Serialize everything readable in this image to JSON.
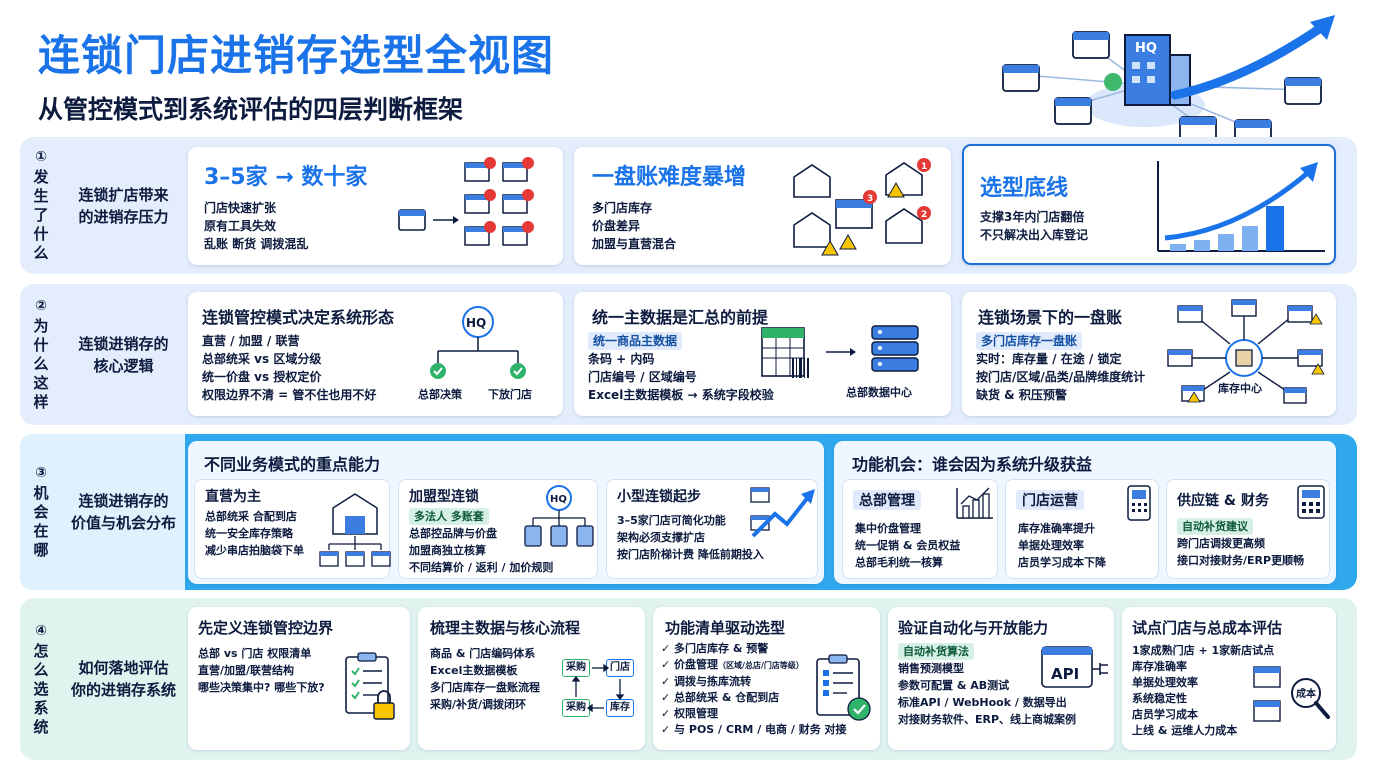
{
  "header": {
    "title": "连锁门店进销存选型全视图",
    "subtitle": "从管控模式到系统评估的四层判断框架",
    "hq_label": "HQ"
  },
  "rows": [
    {
      "num": "①",
      "vchars": [
        "发",
        "生",
        "了",
        "什",
        "么"
      ],
      "label_lines": [
        "连锁扩店带来",
        "的进销存压力"
      ],
      "cards": [
        {
          "title": "3–5家 → 数十家",
          "lines": [
            "门店快速扩张",
            "原有工具失效",
            "乱账 断货 调拨混乱"
          ]
        },
        {
          "title": "一盘账难度暴增",
          "lines": [
            "多门店库存",
            "价盘差异",
            "加盟与直营混合"
          ],
          "badges": [
            "1",
            "3",
            "2"
          ]
        },
        {
          "title": "选型底线",
          "lines": [
            "支撑3年内门店翻倍",
            "不只解决出入库登记"
          ]
        }
      ]
    },
    {
      "num": "②",
      "vchars": [
        "为",
        "什",
        "么",
        "这",
        "样"
      ],
      "label_lines": [
        "连锁进销存的",
        "核心逻辑"
      ],
      "cards": [
        {
          "title": "连锁管控模式决定系统形态",
          "lines": [
            "直营 / 加盟 / 联营",
            "总部统采 vs 区域分级",
            "统一价盘 vs 授权定价",
            "权限边界不清 = 管不住也用不好"
          ],
          "hq": "HQ",
          "left": "总部决策",
          "right": "下放门店"
        },
        {
          "title": "统一主数据是汇总的前提",
          "chip": "统一商品主数据",
          "lines": [
            "条码 + 内码",
            "门店编号 / 区域编号",
            "Excel主数据模板 → 系统字段校验"
          ],
          "caption": "总部数据中心"
        },
        {
          "title": "连锁场景下的一盘账",
          "chip": "多门店库存一盘账",
          "lines": [
            "实时：库存量 / 在途 / 锁定",
            "按门店/区域/品类/品牌维度统计",
            "缺货 & 积压预警"
          ],
          "caption": "库存中心"
        }
      ]
    },
    {
      "num": "③",
      "vchars": [
        "机",
        "会",
        "在",
        "哪"
      ],
      "label_lines": [
        "连锁进销存的",
        "价值与机会分布"
      ],
      "left_panel": {
        "title": "不同业务模式的重点能力",
        "subs": [
          {
            "title": "直营为主",
            "lines": [
              "总部统采 合配到店",
              "统一安全库存策略",
              "减少串店拍脑袋下单"
            ]
          },
          {
            "title": "加盟型连锁",
            "chip": "多法人 多账套",
            "lines": [
              "总部控品牌与价盘",
              "加盟商独立核算",
              "不同结算价 / 返利 / 加价规则"
            ],
            "hq": "HQ"
          },
          {
            "title": "小型连锁起步",
            "lines": [
              "3–5家门店可简化功能",
              "架构必须支撑扩店",
              "按门店阶梯计费 降低前期投入"
            ]
          }
        ]
      },
      "right_panel": {
        "title": "功能机会：谁会因为系统升级获益",
        "subs": [
          {
            "title": "总部管理",
            "lines": [
              "集中价盘管理",
              "统一促销 & 会员权益",
              "总部毛利统一核算"
            ]
          },
          {
            "title": "门店运营",
            "lines": [
              "库存准确率提升",
              "单据处理效率",
              "店员学习成本下降"
            ]
          },
          {
            "title": "供应链 & 财务",
            "chip": "自动补货建议",
            "lines": [
              "跨门店调拨更高频",
              "接口对接财务/ERP更顺畅"
            ]
          }
        ]
      }
    },
    {
      "num": "④",
      "vchars": [
        "怎",
        "么",
        "选",
        "系",
        "统"
      ],
      "label_lines": [
        "如何落地评估",
        "你的进销存系统"
      ],
      "cards": [
        {
          "title": "先定义连锁管控边界",
          "lines": [
            "总部 vs 门店 权限清单",
            "直营/加盟/联营结构",
            "哪些决策集中? 哪些下放?"
          ]
        },
        {
          "title": "梳理主数据与核心流程",
          "lines": [
            "商品 & 门店编码体系",
            "Excel主数据模板",
            "多门店库存一盘账流程",
            "采购/补货/调拨闭环"
          ],
          "flow": [
            "采购",
            "门店",
            "采购",
            "库存"
          ]
        },
        {
          "title": "功能清单驱动选型",
          "bullets": [
            "多门店库存 & 预警",
            "价盘管理",
            "调拨与拣库流转",
            "总部统采 & 仓配到店",
            "权限管理",
            "与 POS / CRM / 电商 / 财务 对接"
          ],
          "bullet_note": "（区域/总店/门店等级）"
        },
        {
          "title": "验证自动化与开放能力",
          "chip": "自动补货算法",
          "lines": [
            "销售预测模型",
            "参数可配置 & AB测试",
            "标准API / WebHook / 数据导出",
            "对接财务软件、ERP、线上商城案例"
          ],
          "api": "API"
        },
        {
          "title": "试点门店与总成本评估",
          "lines": [
            "1家成熟门店 + 1家新店试点",
            "库存准确率",
            "单据处理效率",
            "系统稳定性",
            "店员学习成本",
            "上线 & 运维人力成本"
          ],
          "cost": "成本"
        }
      ]
    }
  ],
  "colors": {
    "primary": "#1a73e8",
    "dark": "#0d1b3e",
    "band1": "#e3edfb",
    "band3": "#2fa8ee",
    "band4": "#e0f3ef",
    "green": "#2fb36b",
    "red": "#e53935",
    "yellow": "#f9c500"
  }
}
